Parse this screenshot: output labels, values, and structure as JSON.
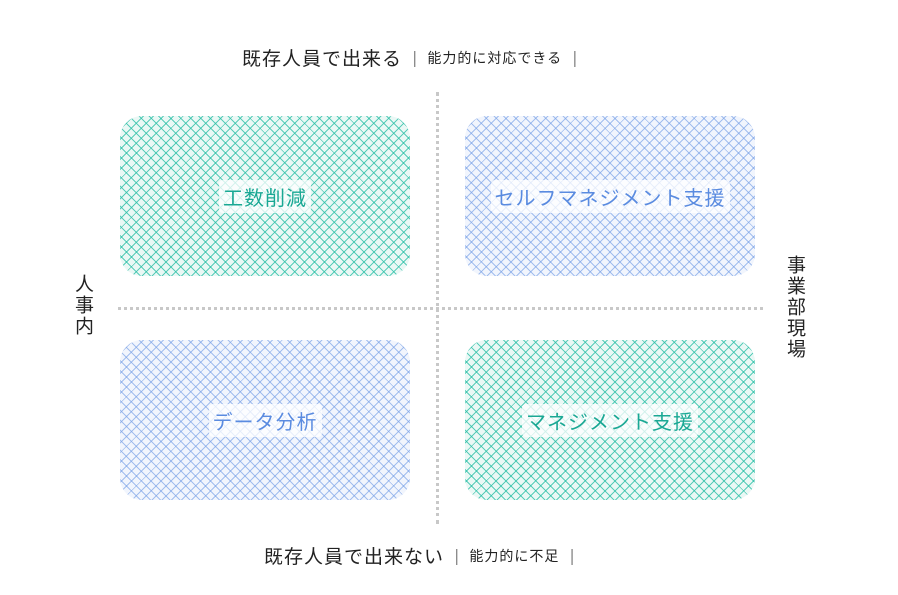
{
  "top_axis": {
    "main": "既存人員で出来る",
    "sub": "能力的に対応できる"
  },
  "bottom_axis": {
    "main": "既存人員で出来ない",
    "sub": "能力的に不足"
  },
  "left_axis": "人事内",
  "right_axis": "事業部現場",
  "separator": "|",
  "quadrants": [
    {
      "label": "工数削減",
      "color": "#1aa894"
    },
    {
      "label": "セルフマネジメント支援",
      "color": "#5a8be0"
    },
    {
      "label": "データ分析",
      "color": "#5a8be0"
    },
    {
      "label": "マネジメント支援",
      "color": "#1aa894"
    }
  ]
}
